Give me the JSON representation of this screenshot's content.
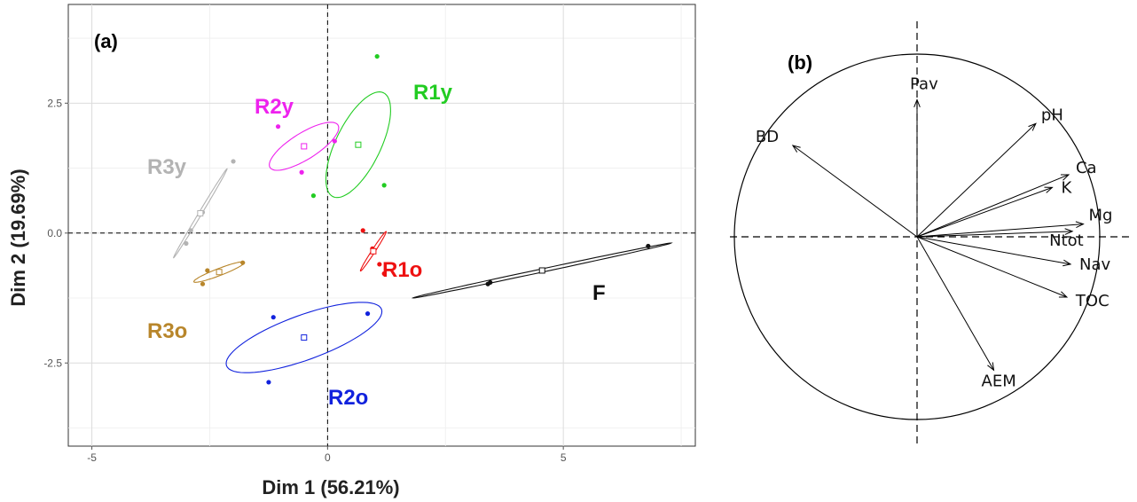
{
  "panel_a": {
    "label": "(a)",
    "xlabel": "Dim 1 (56.21%)",
    "ylabel": "Dim 2 (19.69%)"
  },
  "panel_b": {
    "label": "(b)"
  },
  "chart_data": [
    {
      "type": "scatter",
      "panel": "a",
      "xlabel": "Dim 1 (56.21%)",
      "ylabel": "Dim 2 (19.69%)",
      "xlim": [
        -5.5,
        7.8
      ],
      "ylim": [
        -4.1,
        4.4
      ],
      "xticks": [
        -5,
        0,
        5
      ],
      "xtick_labels": [
        "-5",
        "0",
        "5"
      ],
      "yticks": [
        -2.5,
        0,
        2.5
      ],
      "ytick_labels": [
        "-2.5",
        "0.0",
        "2.5"
      ],
      "grid": true,
      "legend": "none",
      "series": [
        {
          "name": "R1y",
          "color": "#22cc22",
          "points": [
            [
              1.05,
              3.4
            ],
            [
              1.2,
              0.92
            ],
            [
              -0.3,
              0.72
            ]
          ],
          "center": [
            0.65,
            1.7
          ],
          "ellipse": {
            "cx": 0.65,
            "cy": 1.7,
            "rx": 2.45,
            "ry": 0.95,
            "angle": 64
          }
        },
        {
          "name": "R2y",
          "color": "#ee22ee",
          "points": [
            [
              -1.05,
              2.05
            ],
            [
              0.15,
              1.77
            ],
            [
              -0.55,
              1.17
            ]
          ],
          "center": [
            -0.5,
            1.67
          ],
          "ellipse": {
            "cx": -0.5,
            "cy": 1.67,
            "rx": 1.7,
            "ry": 0.56,
            "angle": 32
          }
        },
        {
          "name": "R3y",
          "color": "#b3b3b3",
          "points": [
            [
              -2.0,
              1.38
            ],
            [
              -3.0,
              -0.2
            ],
            [
              -2.65,
              0.4
            ],
            [
              -2.9,
              0.05
            ]
          ],
          "center": [
            -2.7,
            0.38
          ],
          "ellipse": {
            "cx": -2.7,
            "cy": 0.38,
            "rx": 2.2,
            "ry": 0.065,
            "angle": 59
          }
        },
        {
          "name": "R1o",
          "color": "#ee1111",
          "points": [
            [
              0.75,
              0.05
            ],
            [
              0.95,
              -0.3
            ],
            [
              1.1,
              -0.6
            ],
            [
              1.2,
              -0.78
            ]
          ],
          "center": [
            0.97,
            -0.35
          ],
          "ellipse": {
            "cx": 0.97,
            "cy": -0.35,
            "rx": 1.0,
            "ry": 0.07,
            "angle": 57
          }
        },
        {
          "name": "R2o",
          "color": "#1122dd",
          "points": [
            [
              -1.15,
              -1.62
            ],
            [
              0.85,
              -1.55
            ],
            [
              -1.25,
              -2.87
            ]
          ],
          "center": [
            -0.5,
            -2.01
          ],
          "ellipse": {
            "cx": -0.5,
            "cy": -2.01,
            "rx": 3.5,
            "ry": 0.95,
            "angle": 20
          }
        },
        {
          "name": "R3o",
          "color": "#b8862b",
          "points": [
            [
              -2.55,
              -0.72
            ],
            [
              -1.8,
              -0.57
            ],
            [
              -2.65,
              -0.98
            ]
          ],
          "center": [
            -2.3,
            -0.75
          ],
          "ellipse": {
            "cx": -2.3,
            "cy": -0.75,
            "rx": 1.15,
            "ry": 0.15,
            "angle": 21
          }
        },
        {
          "name": "F",
          "color": "#111111",
          "points": [
            [
              6.8,
              -0.25
            ],
            [
              3.4,
              -0.98
            ],
            [
              3.45,
              -0.95
            ]
          ],
          "center": [
            4.55,
            -0.72
          ],
          "ellipse": {
            "cx": 4.55,
            "cy": -0.72,
            "rx": 5.6,
            "ry": 0.07,
            "angle": 12
          }
        }
      ]
    },
    {
      "type": "scatter",
      "panel": "b",
      "title": "",
      "variables": [
        {
          "name": "Pav",
          "x": 0.0,
          "y": 0.75
        },
        {
          "name": "pH",
          "x": 0.65,
          "y": 0.62
        },
        {
          "name": "Ca",
          "x": 0.83,
          "y": 0.34
        },
        {
          "name": "K",
          "x": 0.74,
          "y": 0.27
        },
        {
          "name": "Mg",
          "x": 0.91,
          "y": 0.07
        },
        {
          "name": "Ntot",
          "x": 0.85,
          "y": 0.03
        },
        {
          "name": "Nav",
          "x": 0.84,
          "y": -0.15
        },
        {
          "name": "TOC",
          "x": 0.82,
          "y": -0.33
        },
        {
          "name": "AEM",
          "x": 0.42,
          "y": -0.73
        },
        {
          "name": "BD",
          "x": -0.68,
          "y": 0.5
        }
      ]
    }
  ]
}
